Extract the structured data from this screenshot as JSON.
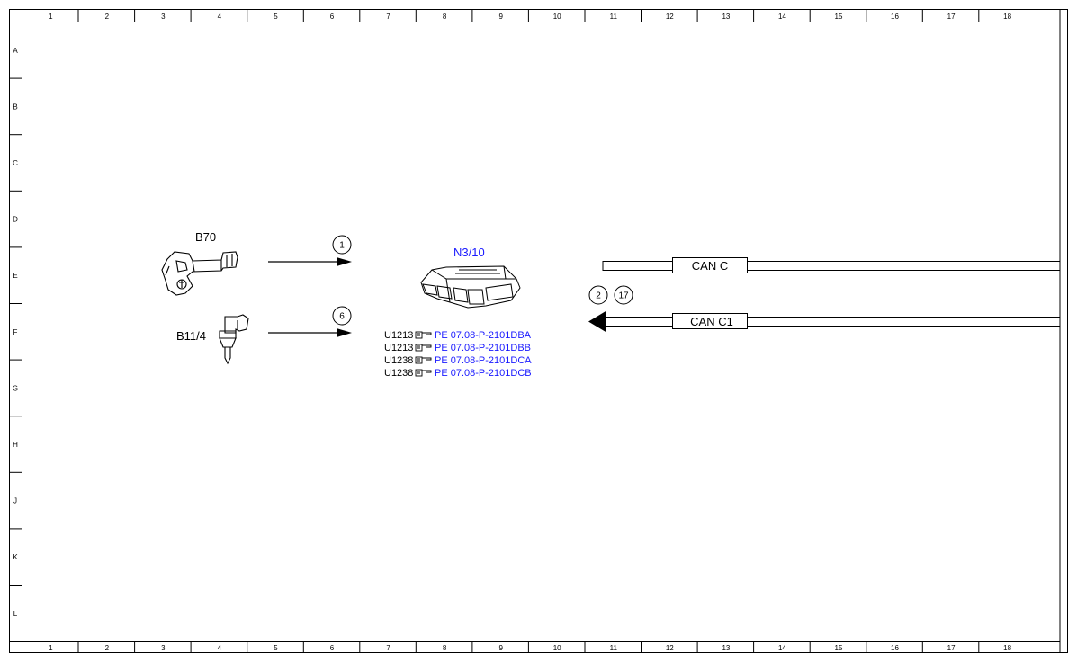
{
  "grid": {
    "columns": [
      "1",
      "2",
      "3",
      "4",
      "5",
      "6",
      "7",
      "8",
      "9",
      "10",
      "11",
      "12",
      "13",
      "14",
      "15",
      "16",
      "17",
      "18"
    ],
    "rows": [
      "A",
      "B",
      "C",
      "D",
      "E",
      "F",
      "G",
      "H",
      "J",
      "K",
      "L"
    ]
  },
  "components": {
    "b70": {
      "label": "B70",
      "icon": "crankshaft-sensor-icon"
    },
    "b11_4": {
      "label": "B11/4",
      "icon": "coolant-temp-sensor-icon"
    },
    "n3_10": {
      "label": "N3/10",
      "icon": "engine-control-unit-icon"
    }
  },
  "signals": {
    "b70_signal": "1",
    "b11_4_signal": "6",
    "can_ref_a": "2",
    "can_ref_b": "17"
  },
  "buses": {
    "can_c": "CAN C",
    "can_c1": "CAN C1"
  },
  "fault_refs": [
    {
      "code": "U1213",
      "link": "PE 07.08-P-2101DBA"
    },
    {
      "code": "U1213",
      "link": "PE 07.08-P-2101DBB"
    },
    {
      "code": "U1238",
      "link": "PE 07.08-P-2101DCA"
    },
    {
      "code": "U1238",
      "link": "PE 07.08-P-2101DCB"
    }
  ],
  "colors": {
    "link": "#1a1aff",
    "line": "#000000"
  }
}
